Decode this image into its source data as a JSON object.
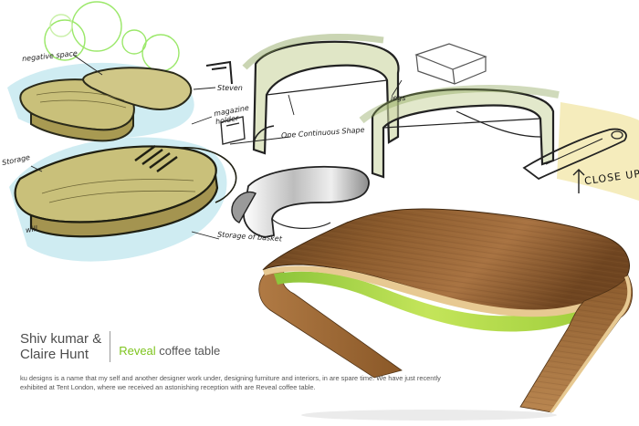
{
  "annotations": {
    "negative_space": "negative space",
    "steven": "Steven",
    "magazine": "magazine",
    "holder": "holder",
    "storage_left": "Storage",
    "legs": "legs",
    "one_continuous_shape": "One Continuous Shape",
    "storage_of_basket": "Storage of basket",
    "will": "will",
    "close_up": "CLOSE UP"
  },
  "credits": {
    "author_line_1": "Shiv kumar &",
    "author_line_2": "Claire Hunt",
    "title_accent": "Reveal",
    "title_rest": " coffee table",
    "description": "ku designs is a name that my self and another designer work under, designing furniture and interiors, in are spare time. We have just recently exhibited at Tent London, where we received an astonishing reception with are Reveal coffee table."
  },
  "colors": {
    "accent_green": "#7ec41e",
    "wood_dark": "#6b4520",
    "wood_mid": "#9c6a36",
    "veneer_edge": "#e7c992",
    "insert_green": "#b7dc3e",
    "marker_olive": "#c9c07a",
    "marker_cyan": "#a8dce8",
    "bubble_green": "#9be86a"
  }
}
